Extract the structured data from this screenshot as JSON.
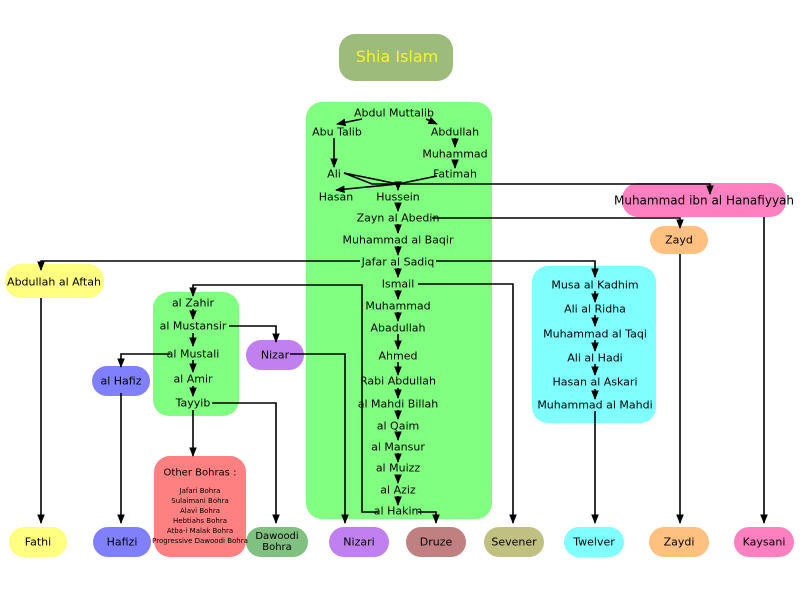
{
  "title": "Shia Islam",
  "colors": {
    "title_bg": "#9dbb7a",
    "title_text": "#f5f52a",
    "main_bg": "#80ff80",
    "mid_green": "#80ff80",
    "twelver_box": "#80ffff",
    "yellow": "#ffff80",
    "purple": "#c080f0",
    "blue_purple": "#8080ff",
    "salmon": "#ff8080",
    "dark_green": "#80c080",
    "brown": "#c08080",
    "olive": "#c0c080",
    "cyan": "#80ffff",
    "orange": "#ffc080",
    "pink": "#ff80c0"
  },
  "main_line": {
    "abdul_muttalib": "Abdul Muttalib",
    "abu_talib": "Abu Talib",
    "abdullah": "Abdullah",
    "muhammad": "Muhammad",
    "ali": "Ali",
    "fatimah": "Fatimah",
    "hasan": "Hasan",
    "hussein": "Hussein",
    "zayn": "Zayn al Abedin",
    "baqir": "Muhammad al Baqir",
    "jafar": "Jafar al Sadiq",
    "ismail": "Ismail",
    "muhammad2": "Muhammad",
    "abadullah": "Abadullah",
    "ahmed": "Ahmed",
    "rabi": "Rabi Abdullah",
    "mahdi_billah": "al Mahdi Billah",
    "qaim": "al Qaim",
    "mansur": "al Mansur",
    "muizz": "al Muizz",
    "aziz": "al Aziz",
    "hakim": "al Hakim"
  },
  "hanafiyyah": "Muhammad ibn al Hanafiyyah",
  "zayd": "Zayd",
  "aftah": "Abdullah al Aftah",
  "fatimid": {
    "zahir": "al Zahir",
    "mustansir": "al Mustansir",
    "mustali": "al Mustali",
    "amir": "al Amir",
    "tayyib": "Tayyib"
  },
  "nizar": "Nizar",
  "hafiz": "al Hafiz",
  "twelver_imams": {
    "kadhim": "Musa al Kadhim",
    "ridha": "Ali al Ridha",
    "taqi": "Muhammad al Taqi",
    "hadi": "Ali al Hadi",
    "askari": "Hasan al Askari",
    "mahdi": "Muhammad al Mahdi"
  },
  "other_bohras": {
    "heading": "Other Bohras :",
    "items": [
      "Jafari Bohra",
      "Sulaimani Bohra",
      "Alavi Bohra",
      "Hebtiahs Bohra",
      "Atba-i Malak Bohra",
      "Progressive Dawoodi Bohra"
    ]
  },
  "sects": {
    "fathi": "Fathi",
    "hafizi": "Hafizi",
    "dawoodi": "Dawoodi Bohra",
    "nizari": "Nizari",
    "druze": "Druze",
    "sevener": "Sevener",
    "twelver": "Twelver",
    "zaydi": "Zaydi",
    "kaysani": "Kaysani"
  }
}
